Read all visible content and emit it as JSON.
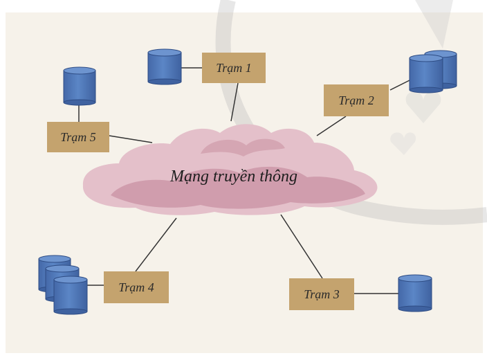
{
  "network": {
    "label": "Mạng truyền thông"
  },
  "stations": [
    {
      "id": "1",
      "label": "Trạm 1",
      "db_count": 1
    },
    {
      "id": "2",
      "label": "Trạm 2",
      "db_count": 2
    },
    {
      "id": "3",
      "label": "Trạm 3",
      "db_count": 1
    },
    {
      "id": "4",
      "label": "Trạm 4",
      "db_count": 3
    },
    {
      "id": "5",
      "label": "Trạm 5",
      "db_count": 1
    }
  ],
  "colors": {
    "background": "#f6f2ea",
    "station_box": "#c4a36e",
    "database": "#4f77b8",
    "cloud": "#d7a9b6",
    "link": "#333333"
  }
}
